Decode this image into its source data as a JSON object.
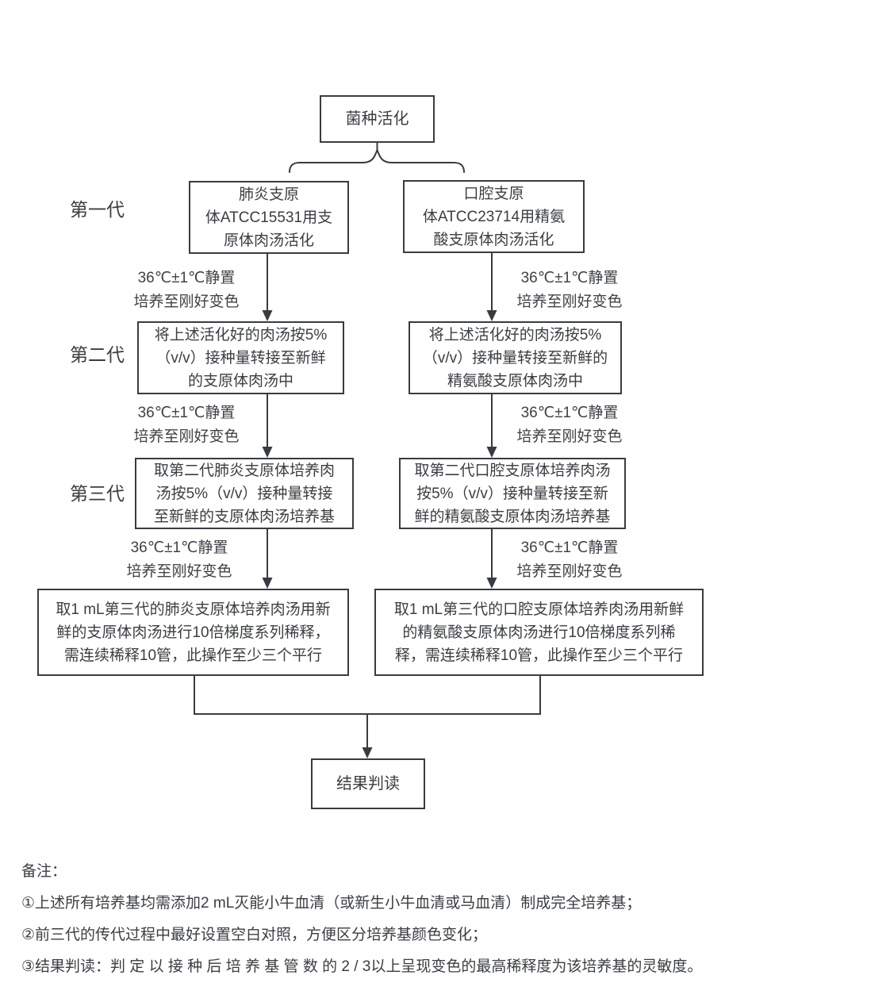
{
  "page": {
    "background_color": "#ffffff",
    "line_color": "#383c41",
    "text_color": "#3a3d42"
  },
  "flowchart": {
    "top_box": "菌种活化",
    "generations": [
      "第一代",
      "第二代",
      "第三代"
    ],
    "incubation_note": "36℃±1℃静置\n培养至刚好变色",
    "left_branch": {
      "gen1": "肺炎支原\n体ATCC15531用支\n原体肉汤活化",
      "gen2": "将上述活化好的肉汤按5%\n（v/v）接种量转接至新鲜\n的支原体肉汤中",
      "gen3": "取第二代肺炎支原体培养肉\n汤按5%（v/v）接种量转接\n至新鲜的支原体肉汤培养基",
      "dilution": "取1 mL第三代的肺炎支原体培养肉汤用新\n鲜的支原体肉汤进行10倍梯度系列稀释，\n需连续稀释10管，此操作至少三个平行"
    },
    "right_branch": {
      "gen1": "口腔支原\n体ATCC23714用精氨\n酸支原体肉汤活化",
      "gen2": "将上述活化好的肉汤按5%\n（v/v）接种量转接至新鲜的\n精氨酸支原体肉汤中",
      "gen3": "取第二代口腔支原体培养肉汤\n按5%（v/v）接种量转接至新\n鲜的精氨酸支原体肉汤培养基",
      "dilution": "取1 mL第三代的口腔支原体培养肉汤用新鲜\n的精氨酸支原体肉汤进行10倍梯度系列稀\n释，需连续稀释10管，此操作至少三个平行"
    },
    "result_box": "结果判读"
  },
  "notes": {
    "title": "备注：",
    "items": [
      "①上述所有培养基均需添加2 mL灭能小牛血清（或新生小牛血清或马血清）制成完全培养基；",
      "②前三代的传代过程中最好设置空白对照，方便区分培养基颜色变化；",
      "③结果判读：判 定 以 接 种 后 培 养 基 管 数 的 2 / 3以上呈现变色的最高稀释度为该培养基的灵敏度。"
    ]
  }
}
